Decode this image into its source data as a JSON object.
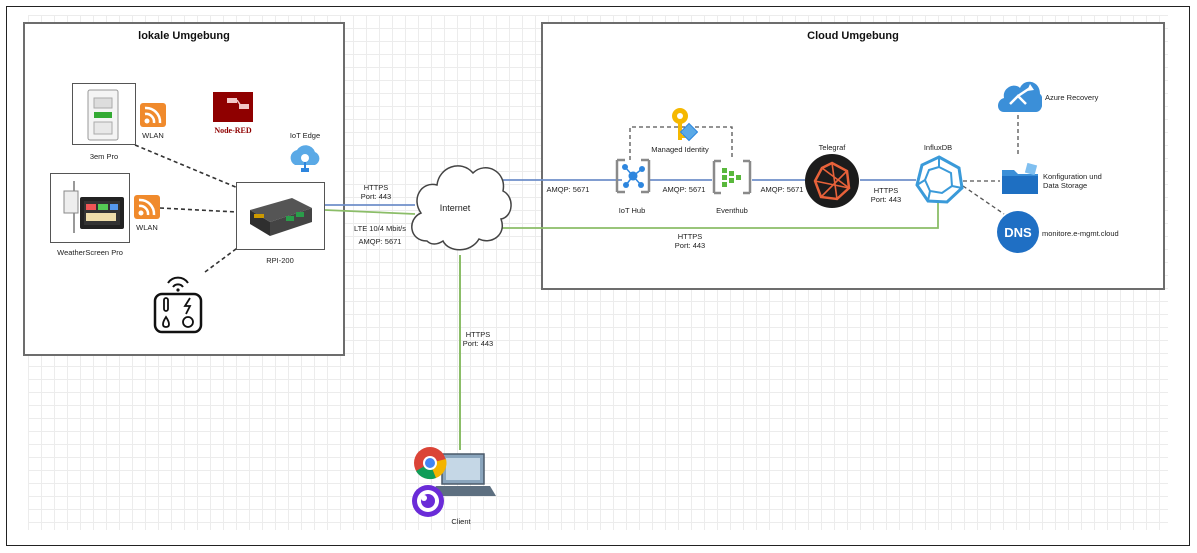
{
  "zones": {
    "local": {
      "title": "lokale Umgebung"
    },
    "cloud": {
      "title": "Cloud Umgebung"
    }
  },
  "nodes": {
    "sem": {
      "label": "3em Pro"
    },
    "weather": {
      "label": "WeatherScreen Pro"
    },
    "wlan1": {
      "label": "WLAN"
    },
    "wlan2": {
      "label": "WLAN"
    },
    "nodered": {
      "label": "Node-RED"
    },
    "iotedge": {
      "label": "IoT Edge"
    },
    "rpi": {
      "label": "RPI-200"
    },
    "internet": {
      "label": "Internet"
    },
    "iothub": {
      "label": "IoT Hub"
    },
    "managed": {
      "label": "Managed Identity"
    },
    "eventhub": {
      "label": "Eventhub"
    },
    "telegraf": {
      "label": "Telegraf"
    },
    "influx": {
      "label": "InfluxDB"
    },
    "recovery": {
      "label": "Azure Recovery"
    },
    "config": {
      "label_1": "Konfiguration und",
      "label_2": "Data Storage"
    },
    "dns": {
      "label": "monitore.e-mgmt.cloud",
      "icon_text": "DNS"
    },
    "client": {
      "label": "Client"
    }
  },
  "edges": {
    "rpi_internet": {
      "proto": "HTTPS",
      "port": "Port: 443",
      "lte": "LTE 10/4 Mbit/s",
      "amqp": "AMQP: 5671"
    },
    "internet_iothub": {
      "proto": "AMQP: 5671"
    },
    "iothub_eventhub": {
      "proto": "AMQP: 5671"
    },
    "eventhub_telegraf": {
      "proto": "AMQP: 5671"
    },
    "telegraf_influx": {
      "proto": "HTTPS",
      "port": "Port: 443"
    },
    "internet_influx": {
      "proto": "HTTPS",
      "port": "Port: 443"
    },
    "internet_client": {
      "proto": "HTTPS",
      "port": "Port: 443"
    }
  },
  "colors": {
    "blue_link": "#6f8fc9",
    "green_link": "#8bbd68",
    "dashed": "#333333",
    "azure": "#2e86de"
  }
}
